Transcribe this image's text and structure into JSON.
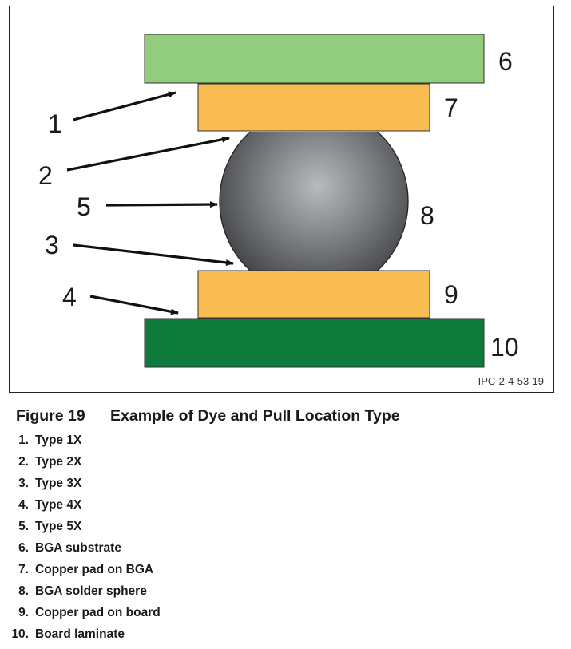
{
  "figure": {
    "number": "Figure 19",
    "title": "Example of Dye and Pull Location Type",
    "figure_id": "IPC-2-4-53-19",
    "colors": {
      "bga_substrate": "#92cd7d",
      "copper_pad": "#f9bc52",
      "board_laminate": "#0e7a3c",
      "solder_sphere_light": "#b8bbbe",
      "solder_sphere_dark": "#3c3d40"
    },
    "callouts": {
      "n1": "1",
      "n2": "2",
      "n3": "3",
      "n4": "4",
      "n5": "5",
      "n6": "6",
      "n7": "7",
      "n8": "8",
      "n9": "9",
      "n10": "10"
    }
  },
  "legend": [
    {
      "num": "1.",
      "text": "Type 1X"
    },
    {
      "num": "2.",
      "text": "Type 2X"
    },
    {
      "num": "3.",
      "text": "Type 3X"
    },
    {
      "num": "4.",
      "text": "Type 4X"
    },
    {
      "num": "5.",
      "text": "Type 5X"
    },
    {
      "num": "6.",
      "text": "BGA substrate"
    },
    {
      "num": "7.",
      "text": "Copper pad on BGA"
    },
    {
      "num": "8.",
      "text": "BGA solder sphere"
    },
    {
      "num": "9.",
      "text": "Copper pad on board"
    },
    {
      "num": "10.",
      "text": "Board laminate"
    }
  ]
}
